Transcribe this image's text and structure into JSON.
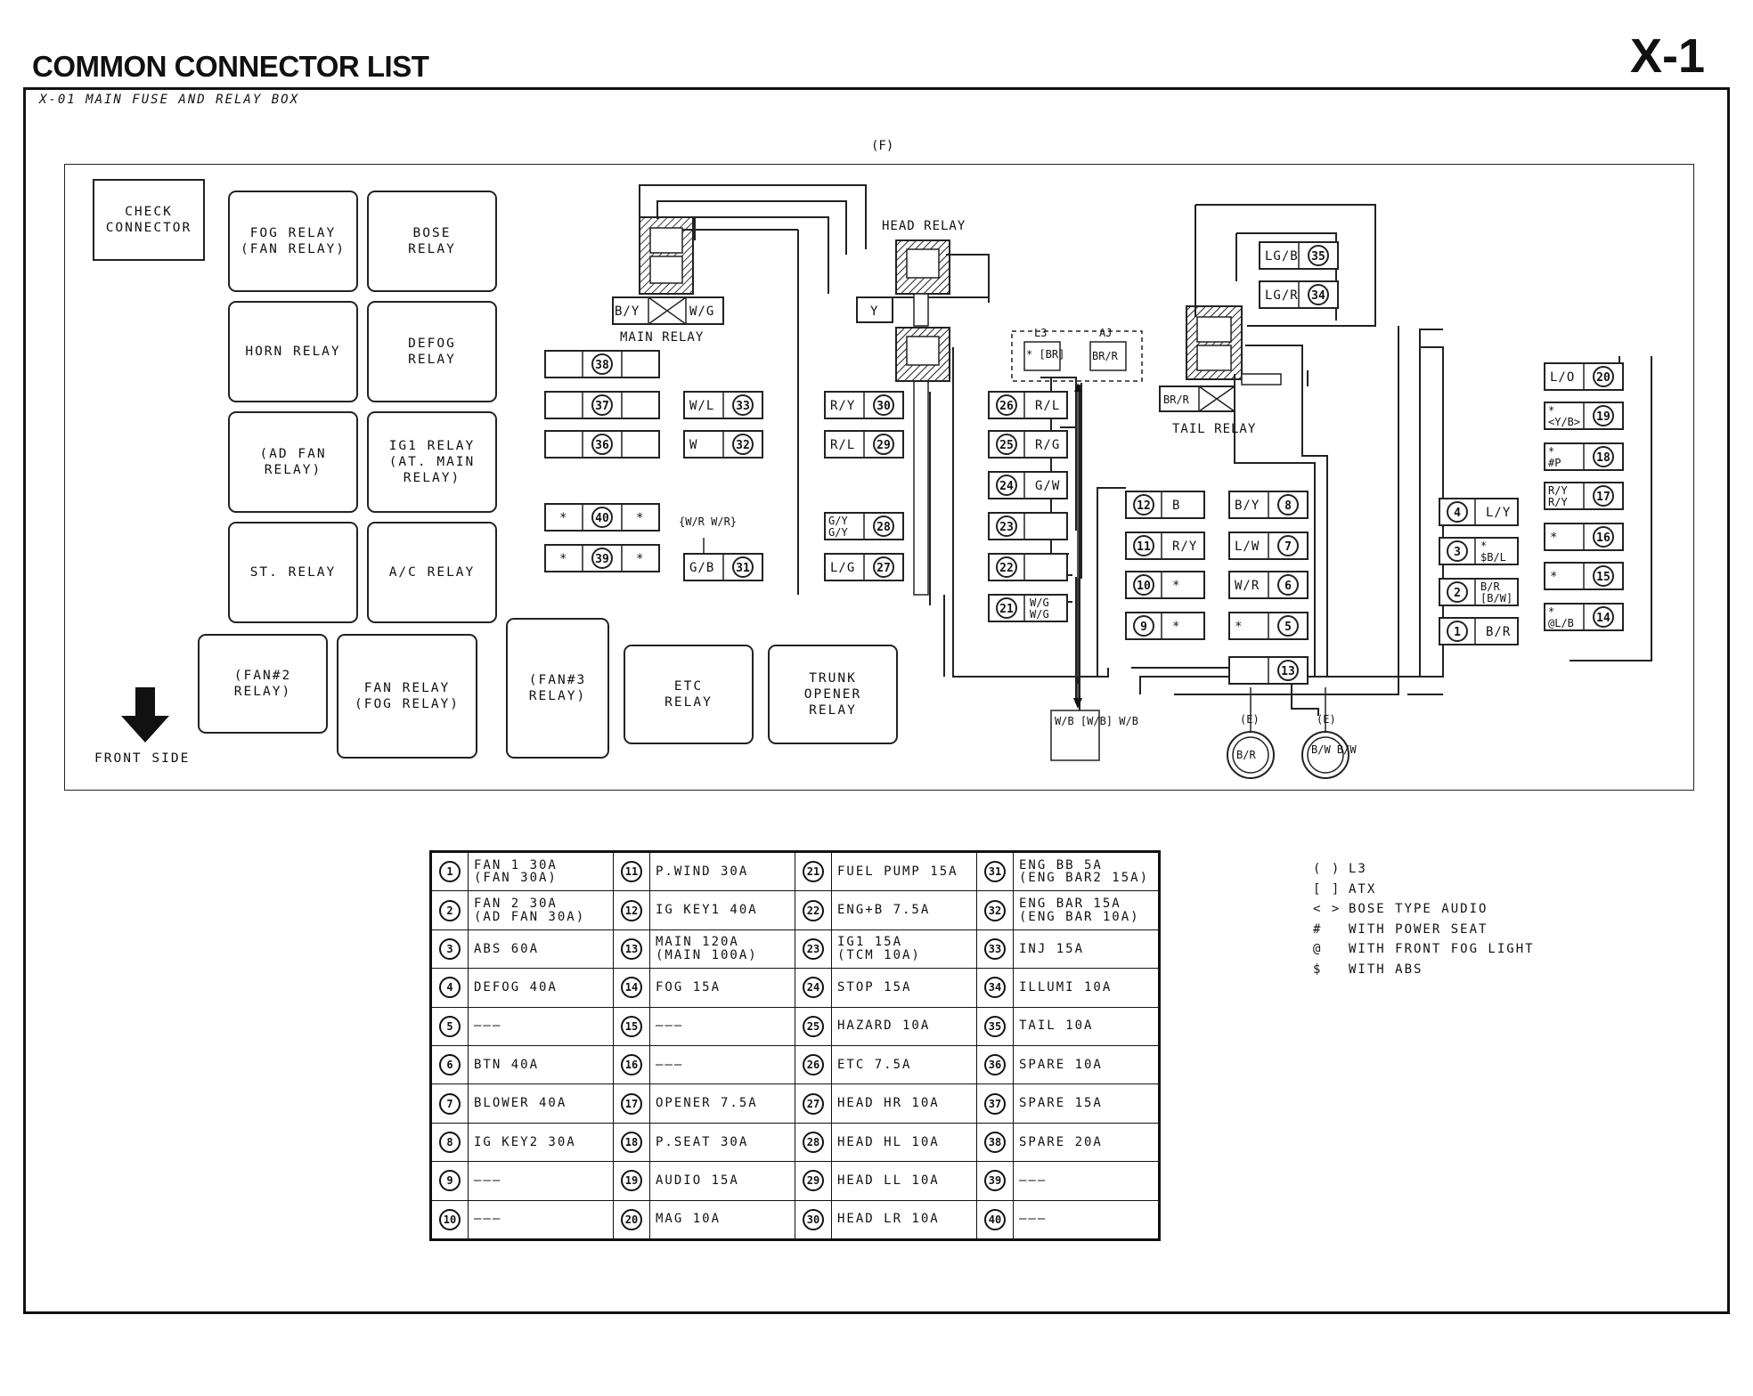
{
  "header": {
    "title": "COMMON CONNECTOR LIST",
    "page_code": "X-1"
  },
  "connector": {
    "id_title": "X-01 MAIN FUSE AND RELAY BOX",
    "view_label": "(F)"
  },
  "relays": [
    {
      "label": "CHECK\nCONNECTOR"
    },
    {
      "label": "FOG RELAY\n(FAN RELAY)"
    },
    {
      "label": "BOSE\nRELAY"
    },
    {
      "label": "HORN RELAY"
    },
    {
      "label": "DEFOG\nRELAY"
    },
    {
      "label": "(AD FAN\nRELAY)"
    },
    {
      "label": "IG1 RELAY\n(AT. MAIN\nRELAY)"
    },
    {
      "label": "ST. RELAY"
    },
    {
      "label": "A/C RELAY"
    },
    {
      "label": "(FAN#2\nRELAY)"
    },
    {
      "label": "FAN RELAY\n(FOG RELAY)"
    },
    {
      "label": "(FAN#3\nRELAY)"
    },
    {
      "label": "ETC\nRELAY"
    },
    {
      "label": "TRUNK\nOPENER\nRELAY"
    }
  ],
  "front_side_label": "FRONT SIDE",
  "labels": {
    "main_relay": "MAIN RELAY",
    "head_relay": "HEAD RELAY",
    "tail_relay": "TAIL RELAY",
    "l3": "L3",
    "aj": "AJ",
    "e": "(E)"
  },
  "terminals": {
    "main_left": "B/Y",
    "main_right": "W/G",
    "head_y": "Y",
    "tail_left": "BR/R",
    "l3_val": "* [BR]",
    "aj_val": "BR/R",
    "wb_out": "W/B [W/B] W/B",
    "e1": "B/R",
    "e2": "B/W B/W",
    "wr_note": "{W/R W/R}"
  },
  "fuses": [
    {
      "n": "1",
      "label": "FAN 1 30A (FAN 30A)"
    },
    {
      "n": "2",
      "label": "FAN 2 30A (AD FAN 30A)"
    },
    {
      "n": "3",
      "label": "ABS 60A"
    },
    {
      "n": "4",
      "label": "DEFOG 40A"
    },
    {
      "n": "5",
      "label": "———"
    },
    {
      "n": "6",
      "label": "BTN 40A"
    },
    {
      "n": "7",
      "label": "BLOWER 40A"
    },
    {
      "n": "8",
      "label": "IG KEY2 30A"
    },
    {
      "n": "9",
      "label": "———"
    },
    {
      "n": "10",
      "label": "———"
    },
    {
      "n": "11",
      "label": "P.WIND 30A"
    },
    {
      "n": "12",
      "label": "IG KEY1 40A"
    },
    {
      "n": "13",
      "label": "MAIN 120A (MAIN 100A)"
    },
    {
      "n": "14",
      "label": "FOG 15A"
    },
    {
      "n": "15",
      "label": "———"
    },
    {
      "n": "16",
      "label": "———"
    },
    {
      "n": "17",
      "label": "OPENER 7.5A"
    },
    {
      "n": "18",
      "label": "P.SEAT 30A"
    },
    {
      "n": "19",
      "label": "AUDIO 15A"
    },
    {
      "n": "20",
      "label": "MAG 10A"
    },
    {
      "n": "21",
      "label": "FUEL PUMP 15A"
    },
    {
      "n": "22",
      "label": "ENG+B 7.5A"
    },
    {
      "n": "23",
      "label": "IG1 15A (TCM 10A)"
    },
    {
      "n": "24",
      "label": "STOP 15A"
    },
    {
      "n": "25",
      "label": "HAZARD 10A"
    },
    {
      "n": "26",
      "label": "ETC 7.5A"
    },
    {
      "n": "27",
      "label": "HEAD HR 10A"
    },
    {
      "n": "28",
      "label": "HEAD HL 10A"
    },
    {
      "n": "29",
      "label": "HEAD LL 10A"
    },
    {
      "n": "30",
      "label": "HEAD LR 10A"
    },
    {
      "n": "31",
      "label": "ENG BB 5A (ENG BAR2 15A)"
    },
    {
      "n": "32",
      "label": "ENG BAR 15A (ENG BAR 10A)"
    },
    {
      "n": "33",
      "label": "INJ 15A"
    },
    {
      "n": "34",
      "label": "ILLUMI 10A"
    },
    {
      "n": "35",
      "label": "TAIL 10A"
    },
    {
      "n": "36",
      "label": "SPARE 10A"
    },
    {
      "n": "37",
      "label": "SPARE 15A"
    },
    {
      "n": "38",
      "label": "SPARE 20A"
    },
    {
      "n": "39",
      "label": "———"
    },
    {
      "n": "40",
      "label": "———"
    }
  ],
  "legend": [
    {
      "sym": "( )",
      "text": "L3"
    },
    {
      "sym": "[ ]",
      "text": "ATX"
    },
    {
      "sym": "< >",
      "text": "BOSE TYPE AUDIO"
    },
    {
      "sym": "#",
      "text": "WITH POWER SEAT"
    },
    {
      "sym": "@",
      "text": "WITH FRONT FOG LIGHT"
    },
    {
      "sym": "$",
      "text": "WITH ABS"
    }
  ],
  "fuse_cells": [
    {
      "n": "38",
      "c": ""
    },
    {
      "n": "37",
      "c": ""
    },
    {
      "n": "36",
      "c": ""
    },
    {
      "n": "40",
      "c": "*"
    },
    {
      "n": "39",
      "c": "*"
    },
    {
      "n": "33",
      "c": "W/L"
    },
    {
      "n": "32",
      "c": "W"
    },
    {
      "n": "31",
      "c": "G/B"
    },
    {
      "n": "30",
      "c": "R/Y"
    },
    {
      "n": "29",
      "c": "R/L"
    },
    {
      "n": "28",
      "c": "G/Y G/Y"
    },
    {
      "n": "27",
      "c": "L/G"
    },
    {
      "n": "26",
      "c": "R/L"
    },
    {
      "n": "25",
      "c": "R/G"
    },
    {
      "n": "24",
      "c": "G/W"
    },
    {
      "n": "23",
      "c": ""
    },
    {
      "n": "22",
      "c": ""
    },
    {
      "n": "21",
      "c": "W/G W/G"
    },
    {
      "n": "12",
      "c": "B"
    },
    {
      "n": "11",
      "c": "R/Y"
    },
    {
      "n": "10",
      "c": "*"
    },
    {
      "n": "9",
      "c": "*"
    },
    {
      "n": "8",
      "c": "B/Y"
    },
    {
      "n": "7",
      "c": "L/W"
    },
    {
      "n": "6",
      "c": "W/R"
    },
    {
      "n": "5",
      "c": "*"
    },
    {
      "n": "13",
      "c": ""
    },
    {
      "n": "35",
      "c": "LG/B"
    },
    {
      "n": "34",
      "c": "LG/R"
    },
    {
      "n": "4",
      "c": "L/Y"
    },
    {
      "n": "3",
      "c": "* $B/L"
    },
    {
      "n": "2",
      "c": "B/R [B/W]"
    },
    {
      "n": "1",
      "c": "B/R"
    },
    {
      "n": "20",
      "c": "L/O"
    },
    {
      "n": "19",
      "c": "* <Y/B>"
    },
    {
      "n": "18",
      "c": "* #P"
    },
    {
      "n": "17",
      "c": "R/Y R/Y"
    },
    {
      "n": "16",
      "c": "*"
    },
    {
      "n": "15",
      "c": "*"
    },
    {
      "n": "14",
      "c": "* @L/B"
    }
  ]
}
